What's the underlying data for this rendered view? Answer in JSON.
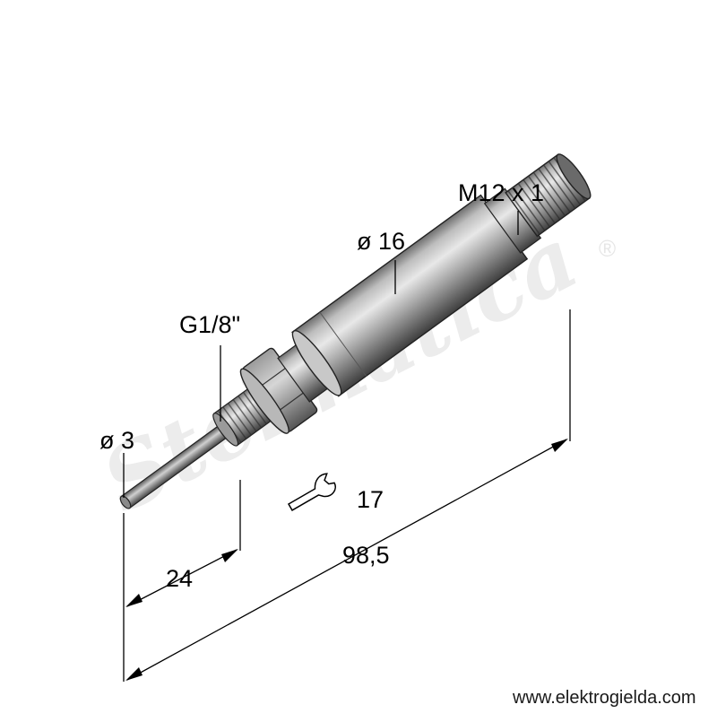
{
  "dimensions": {
    "connector_thread": "M12 x 1",
    "body_diameter": "ø 16",
    "process_thread": "G1/8\"",
    "probe_diameter": "ø 3",
    "wrench_size": "17",
    "probe_length": "24",
    "total_length": "98,5"
  },
  "watermark": {
    "text": "Stelmatica",
    "registered": "®"
  },
  "footer": {
    "url": "www.elektrogielda.com"
  },
  "icons": {
    "wrench": "wrench-icon"
  }
}
